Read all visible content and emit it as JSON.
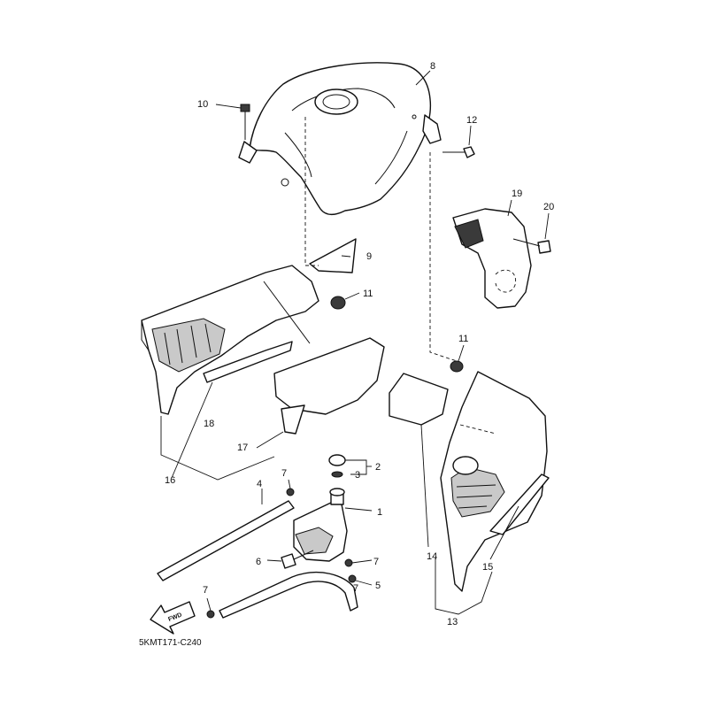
{
  "diagram": {
    "reference_code": "5KMT171-C240",
    "direction_label": "FWD",
    "callouts": [
      "1",
      "2",
      "3",
      "4",
      "5",
      "6",
      "7",
      "7",
      "7",
      "7",
      "8",
      "9",
      "10",
      "11",
      "11",
      "12",
      "13",
      "14",
      "15",
      "16",
      "17",
      "18",
      "19",
      "20"
    ],
    "accent_color": "#111111",
    "shade_color": "#c9c9c9"
  }
}
